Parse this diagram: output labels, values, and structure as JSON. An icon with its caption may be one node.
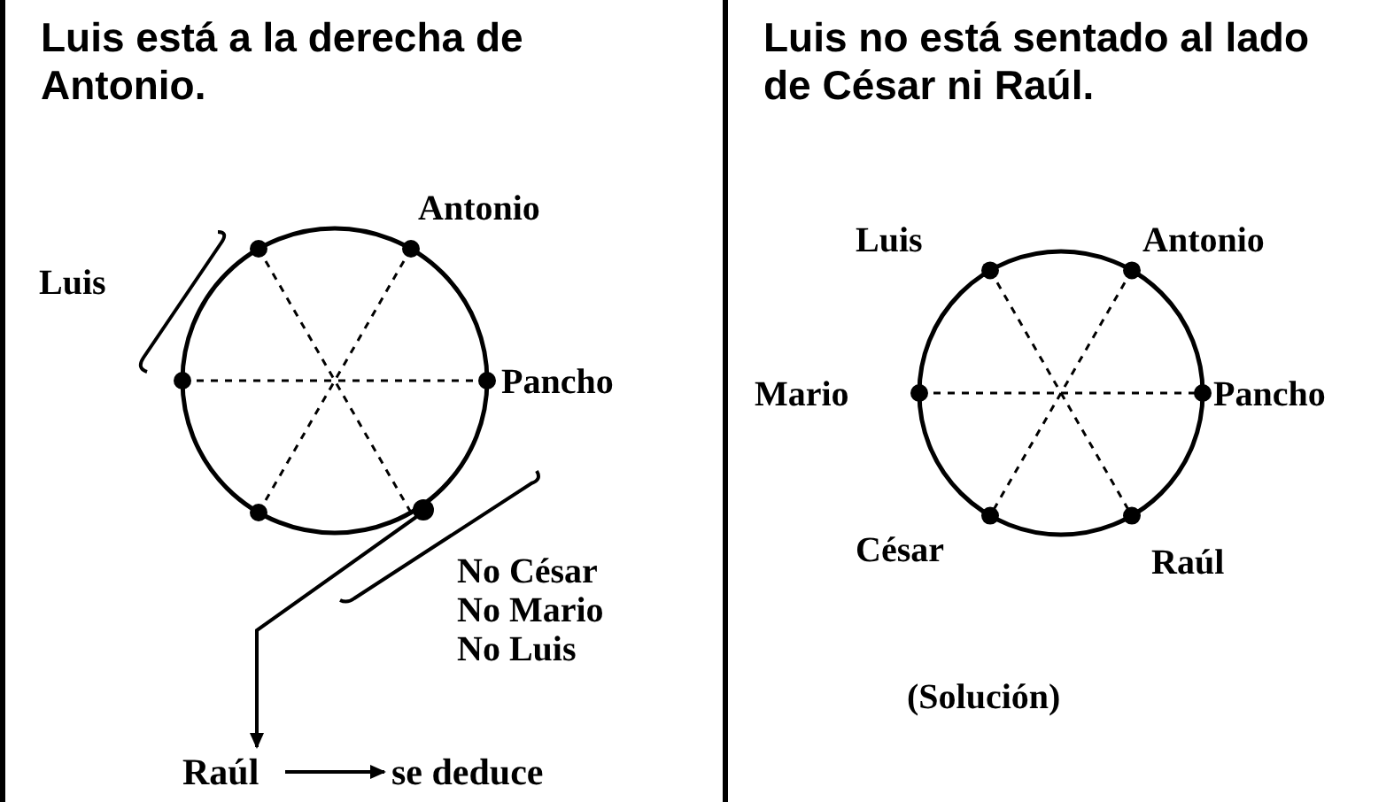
{
  "diagram": {
    "nodes": [
      {
        "text": [
          "Luis está a la derecha de Antonio."
        ]
      },
      {
        "text": [],
        "shape": "circle",
        "in": 0
      },
      {
        "text": [
          "Raúl"
        ],
        "in": 0
      },
      {
        "text": [
          "se deduce"
        ],
        "in": 0
      },
      {
        "text": [
          "Luis no está sentado al lado de César ni Raúl."
        ]
      }
    ],
    "edges": [
      {
        "from": 1,
        "to": 2,
        "arrow": "to"
      },
      {
        "from": 2,
        "to": 3,
        "arrow": "to"
      }
    ],
    "labels": [
      "Antonio",
      "Luis",
      "Pancho",
      "No César",
      "No Mario",
      "No Luis",
      "Luis",
      "Antonio",
      "Mario",
      "Pancho",
      "César",
      "Raúl",
      "(Solución)"
    ]
  }
}
